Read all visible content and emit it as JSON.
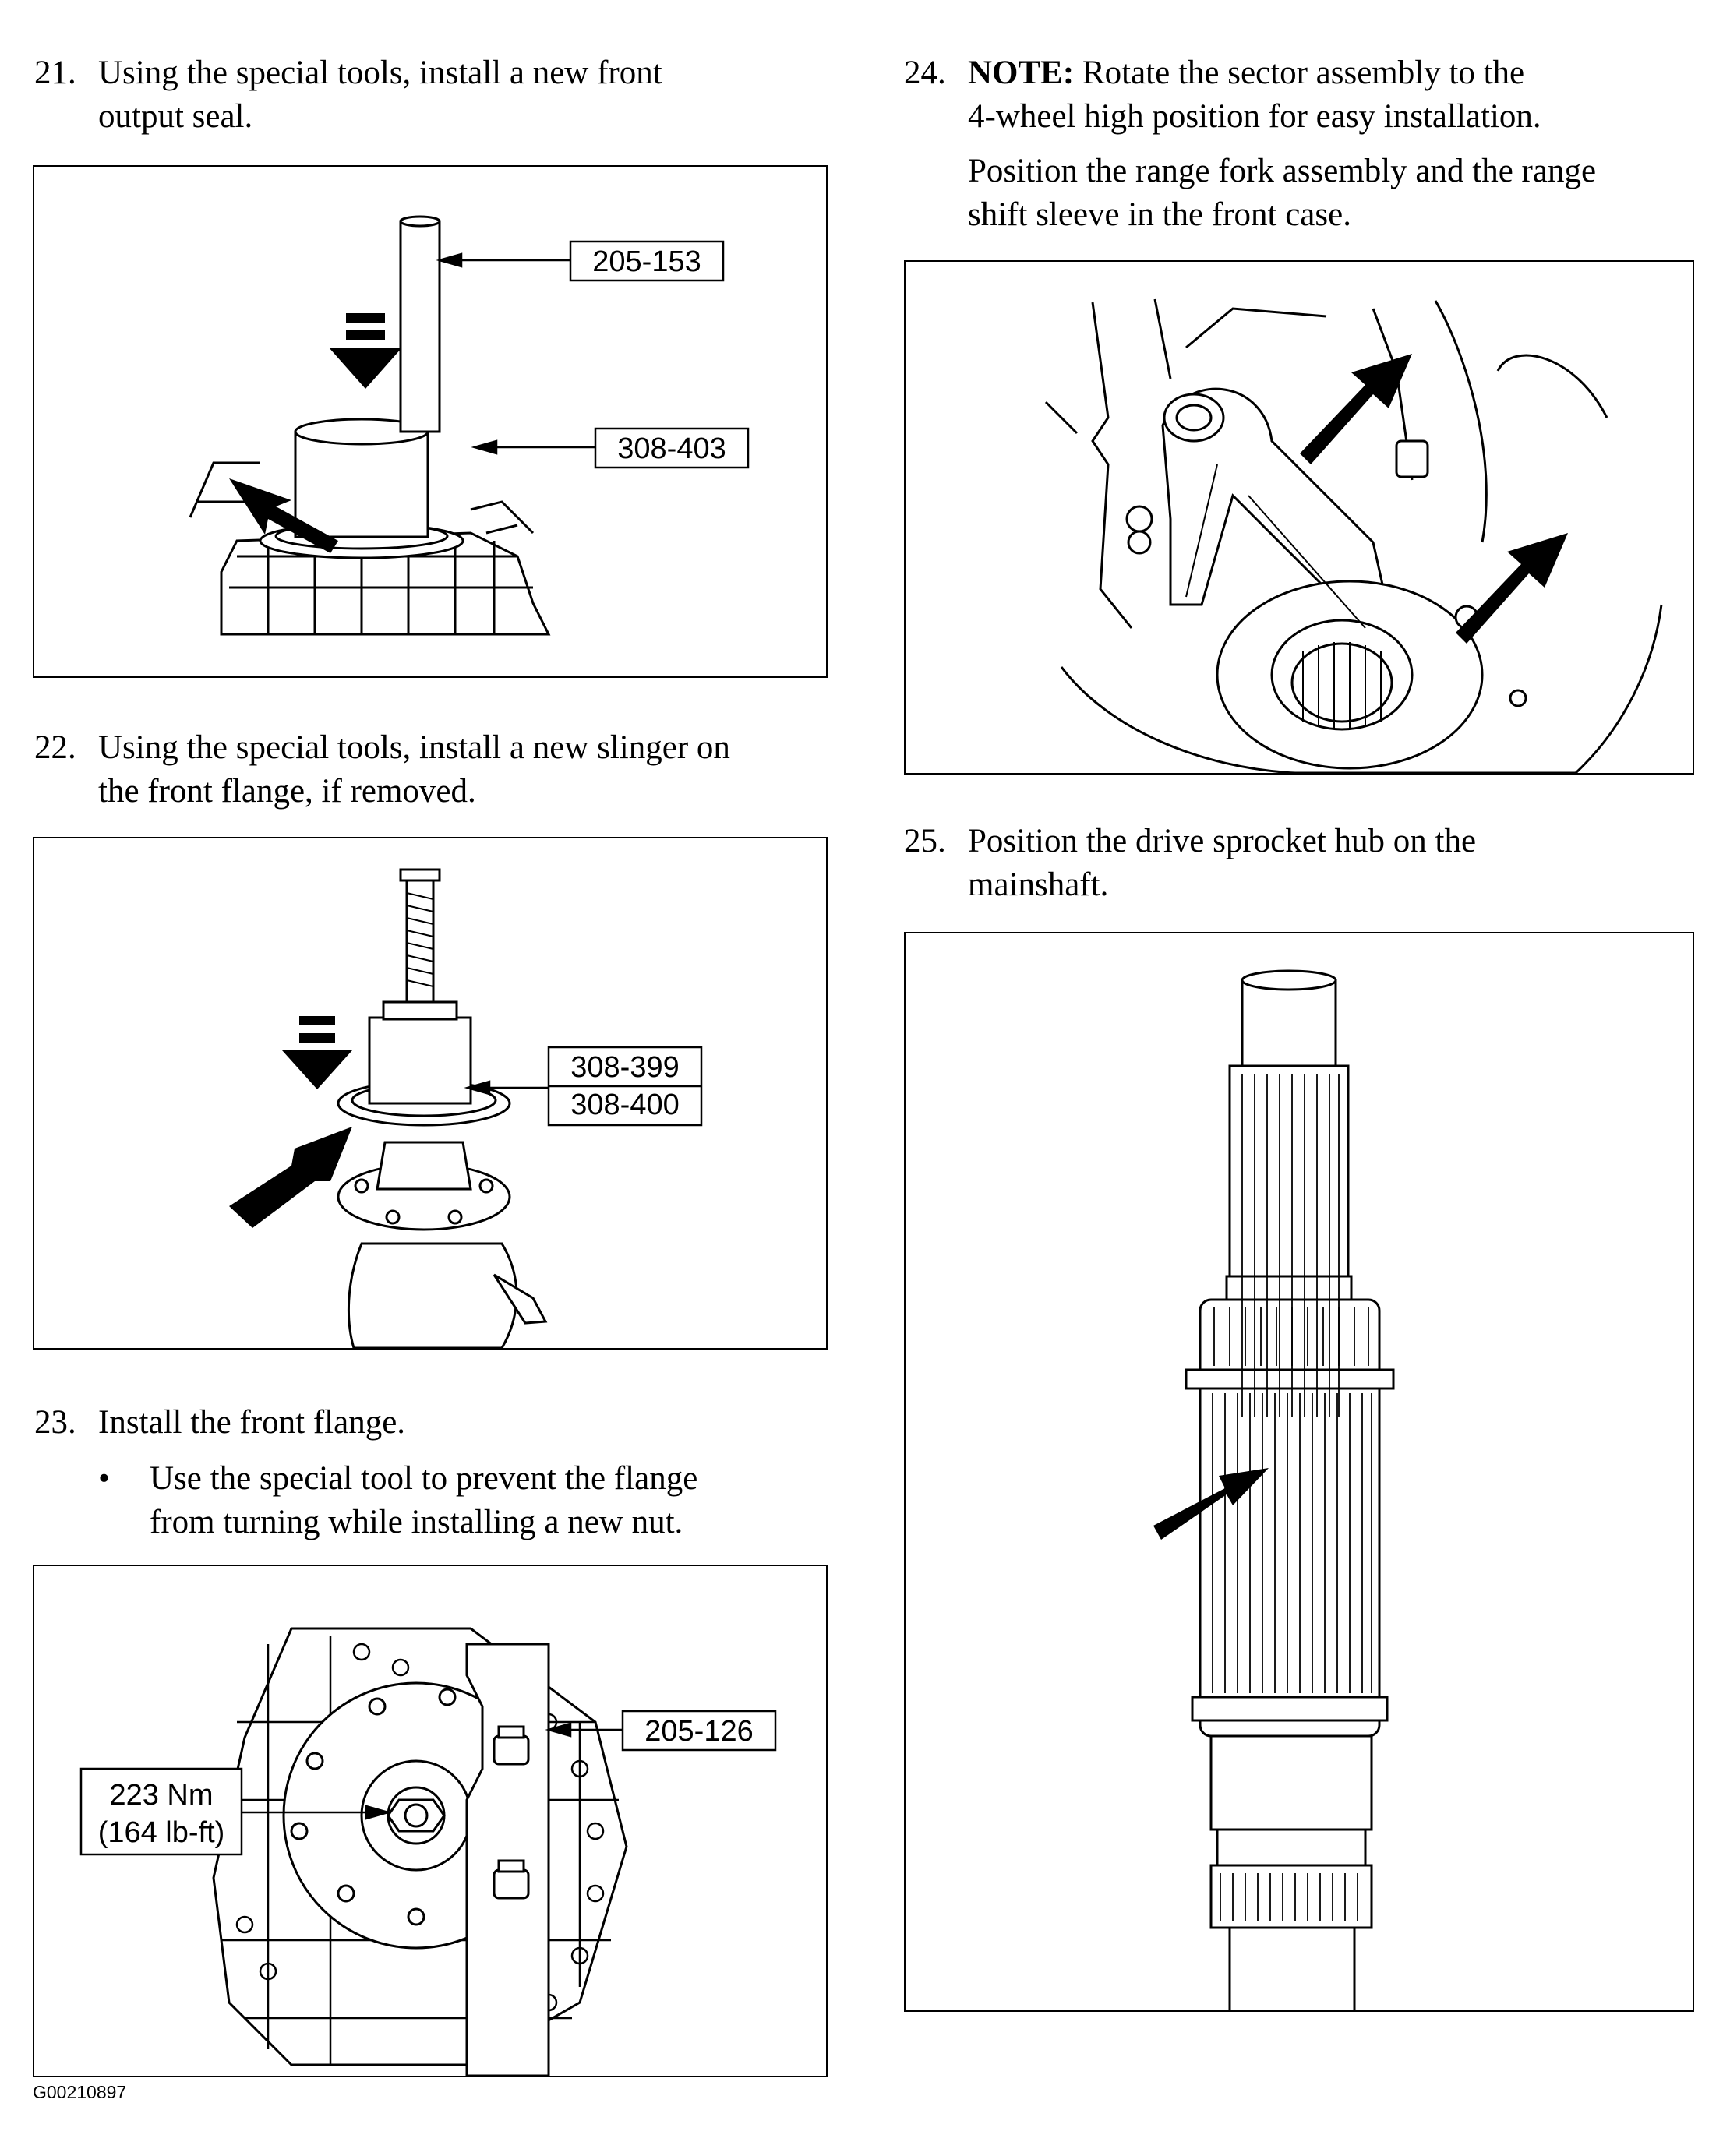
{
  "steps": [
    {
      "num": "21.",
      "lines": [
        "Using the special tools, install a new front",
        "output seal."
      ]
    },
    {
      "num": "22.",
      "lines": [
        "Using the special tools, install a new slinger on",
        "the front flange, if removed."
      ]
    },
    {
      "num": "23.",
      "lines": [
        "Install the front flange."
      ],
      "bullet": {
        "symbol": "•",
        "lines": [
          "Use the special tool to prevent the flange",
          "from turning while installing a new nut."
        ]
      }
    },
    {
      "num": "24.",
      "note_label": "NOTE:",
      "note_lines": [
        " Rotate the sector assembly to the",
        "4-wheel high position for easy installation."
      ],
      "lines": [
        "Position the range fork assembly and the range",
        "shift sleeve in the front case."
      ]
    },
    {
      "num": "25.",
      "lines": [
        "Position the drive sprocket hub on the",
        "mainshaft."
      ]
    }
  ],
  "figures": {
    "fig21": {
      "callouts": [
        "205-153",
        "308-403"
      ]
    },
    "fig22": {
      "callouts": [
        "308-399",
        "308-400"
      ]
    },
    "fig23": {
      "callouts": [
        "205-126"
      ],
      "torque": [
        "223 Nm",
        "(164 lb-ft)"
      ]
    }
  },
  "footer": {
    "image_id": "G00210897"
  }
}
